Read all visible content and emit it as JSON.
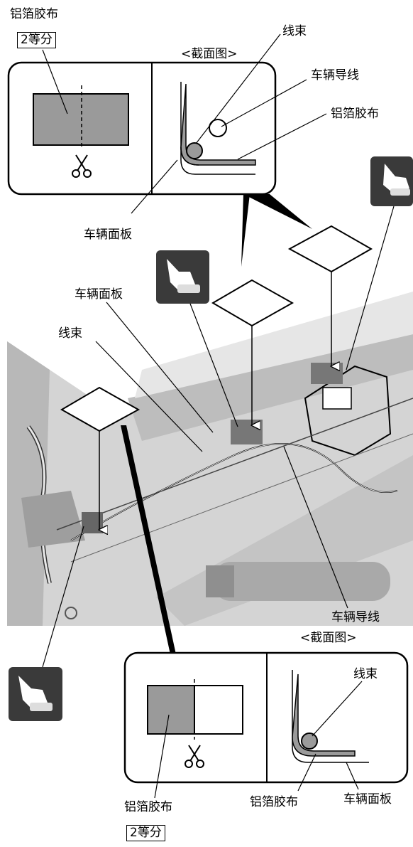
{
  "labels": {
    "alu_tape_top": "铝箔胶布",
    "split_top": "2等分",
    "section_top": "<截面图>",
    "harness_top": "线束",
    "vehicle_wire_top": "车辆导线",
    "alu_tape_top_right": "铝箔胶布",
    "panel_top": "车辆面板",
    "panel_mid": "车辆面板",
    "harness_mid": "线束",
    "vehicle_wire_bottom": "车辆导线",
    "section_bottom": "<截面图>",
    "harness_bottom": "线束",
    "alu_tape_bottom_left": "铝箔胶布",
    "alu_tape_bottom_mid": "铝箔胶布",
    "panel_bottom": "车辆面板",
    "split_bottom": "2等分"
  },
  "colors": {
    "tape_gray": "#9a9a9a",
    "car_body": "#cfcfcf",
    "icon_bg": "#3a3a3a",
    "line": "#000000"
  },
  "icons": [
    "scissors-icon",
    "press-hand-icon"
  ]
}
